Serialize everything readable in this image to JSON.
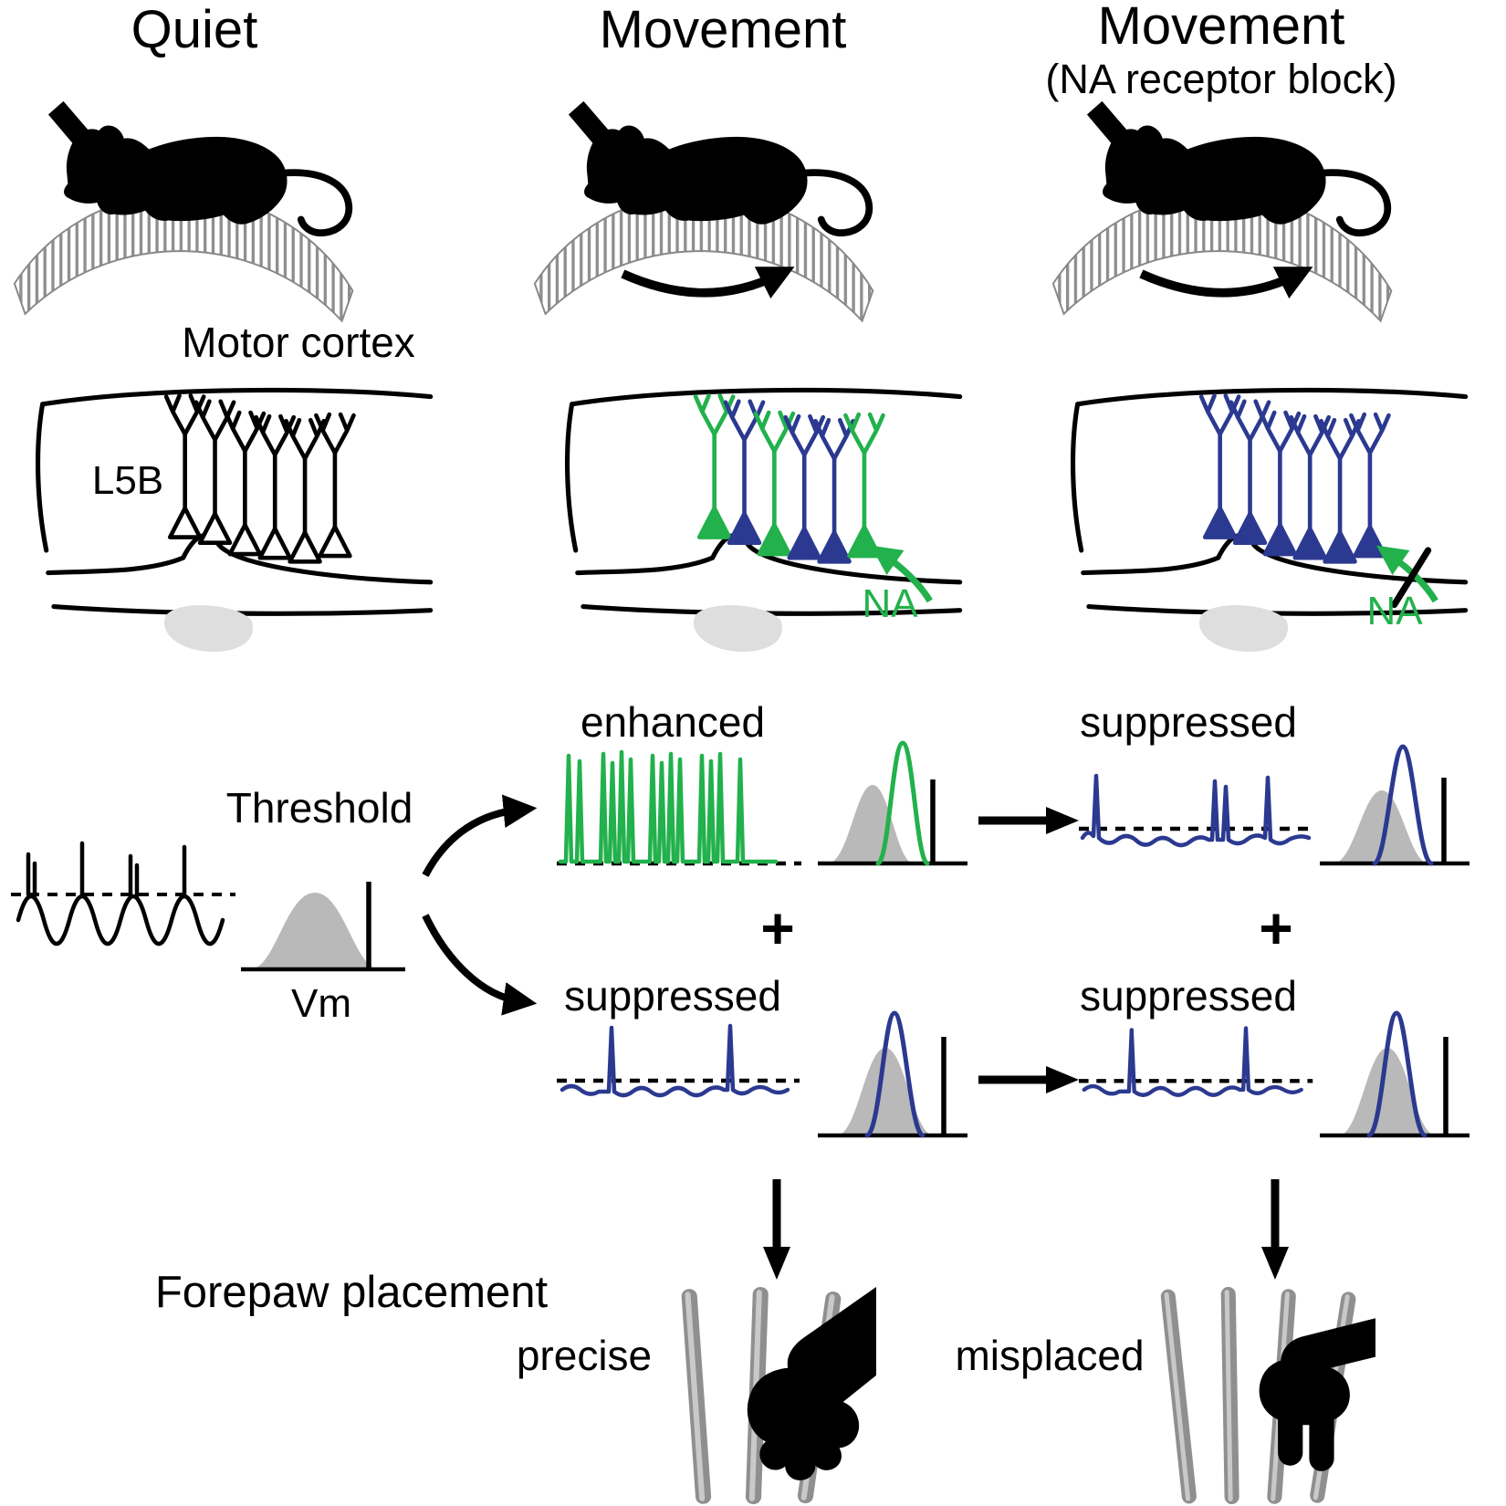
{
  "figure": {
    "columns": [
      {
        "title": "Quiet"
      },
      {
        "title": "Movement"
      },
      {
        "title": "Movement",
        "subtitle": "(NA receptor block)"
      }
    ],
    "labels": {
      "motor_cortex": "Motor cortex",
      "l5b": "L5B",
      "na": "NA",
      "threshold": "Threshold",
      "vm": "Vm",
      "enhanced": "enhanced",
      "suppressed": "suppressed",
      "plus": "+",
      "forepaw_placement": "Forepaw placement",
      "precise": "precise",
      "misplaced": "misplaced"
    }
  },
  "colors": {
    "green": "#22b14c",
    "blue": "#2b3990",
    "gray_fill": "#b9b9b9",
    "light_gray": "#dedede",
    "rung_gray": "#8f8f8f",
    "rung_light": "#c9c9c9"
  },
  "diagram": {
    "panels": [
      {
        "condition": "Quiet",
        "neurons": [
          "outline",
          "outline",
          "outline",
          "outline",
          "outline",
          "outline"
        ],
        "vm_trace": "slow oscillation with spikes crossing dashed threshold",
        "distribution": "gray Vm distribution left of threshold line"
      },
      {
        "condition": "Movement",
        "neurons": [
          "green",
          "blue",
          "green",
          "blue",
          "blue",
          "green"
        ],
        "na_signaling": "intact",
        "outputs": [
          "enhanced",
          "suppressed"
        ],
        "outcome": "precise"
      },
      {
        "condition": "Movement (NA receptor block)",
        "neurons": [
          "blue",
          "blue",
          "blue",
          "blue",
          "blue",
          "blue"
        ],
        "na_signaling": "blocked",
        "outputs": [
          "suppressed",
          "suppressed"
        ],
        "outcome": "misplaced"
      }
    ]
  }
}
